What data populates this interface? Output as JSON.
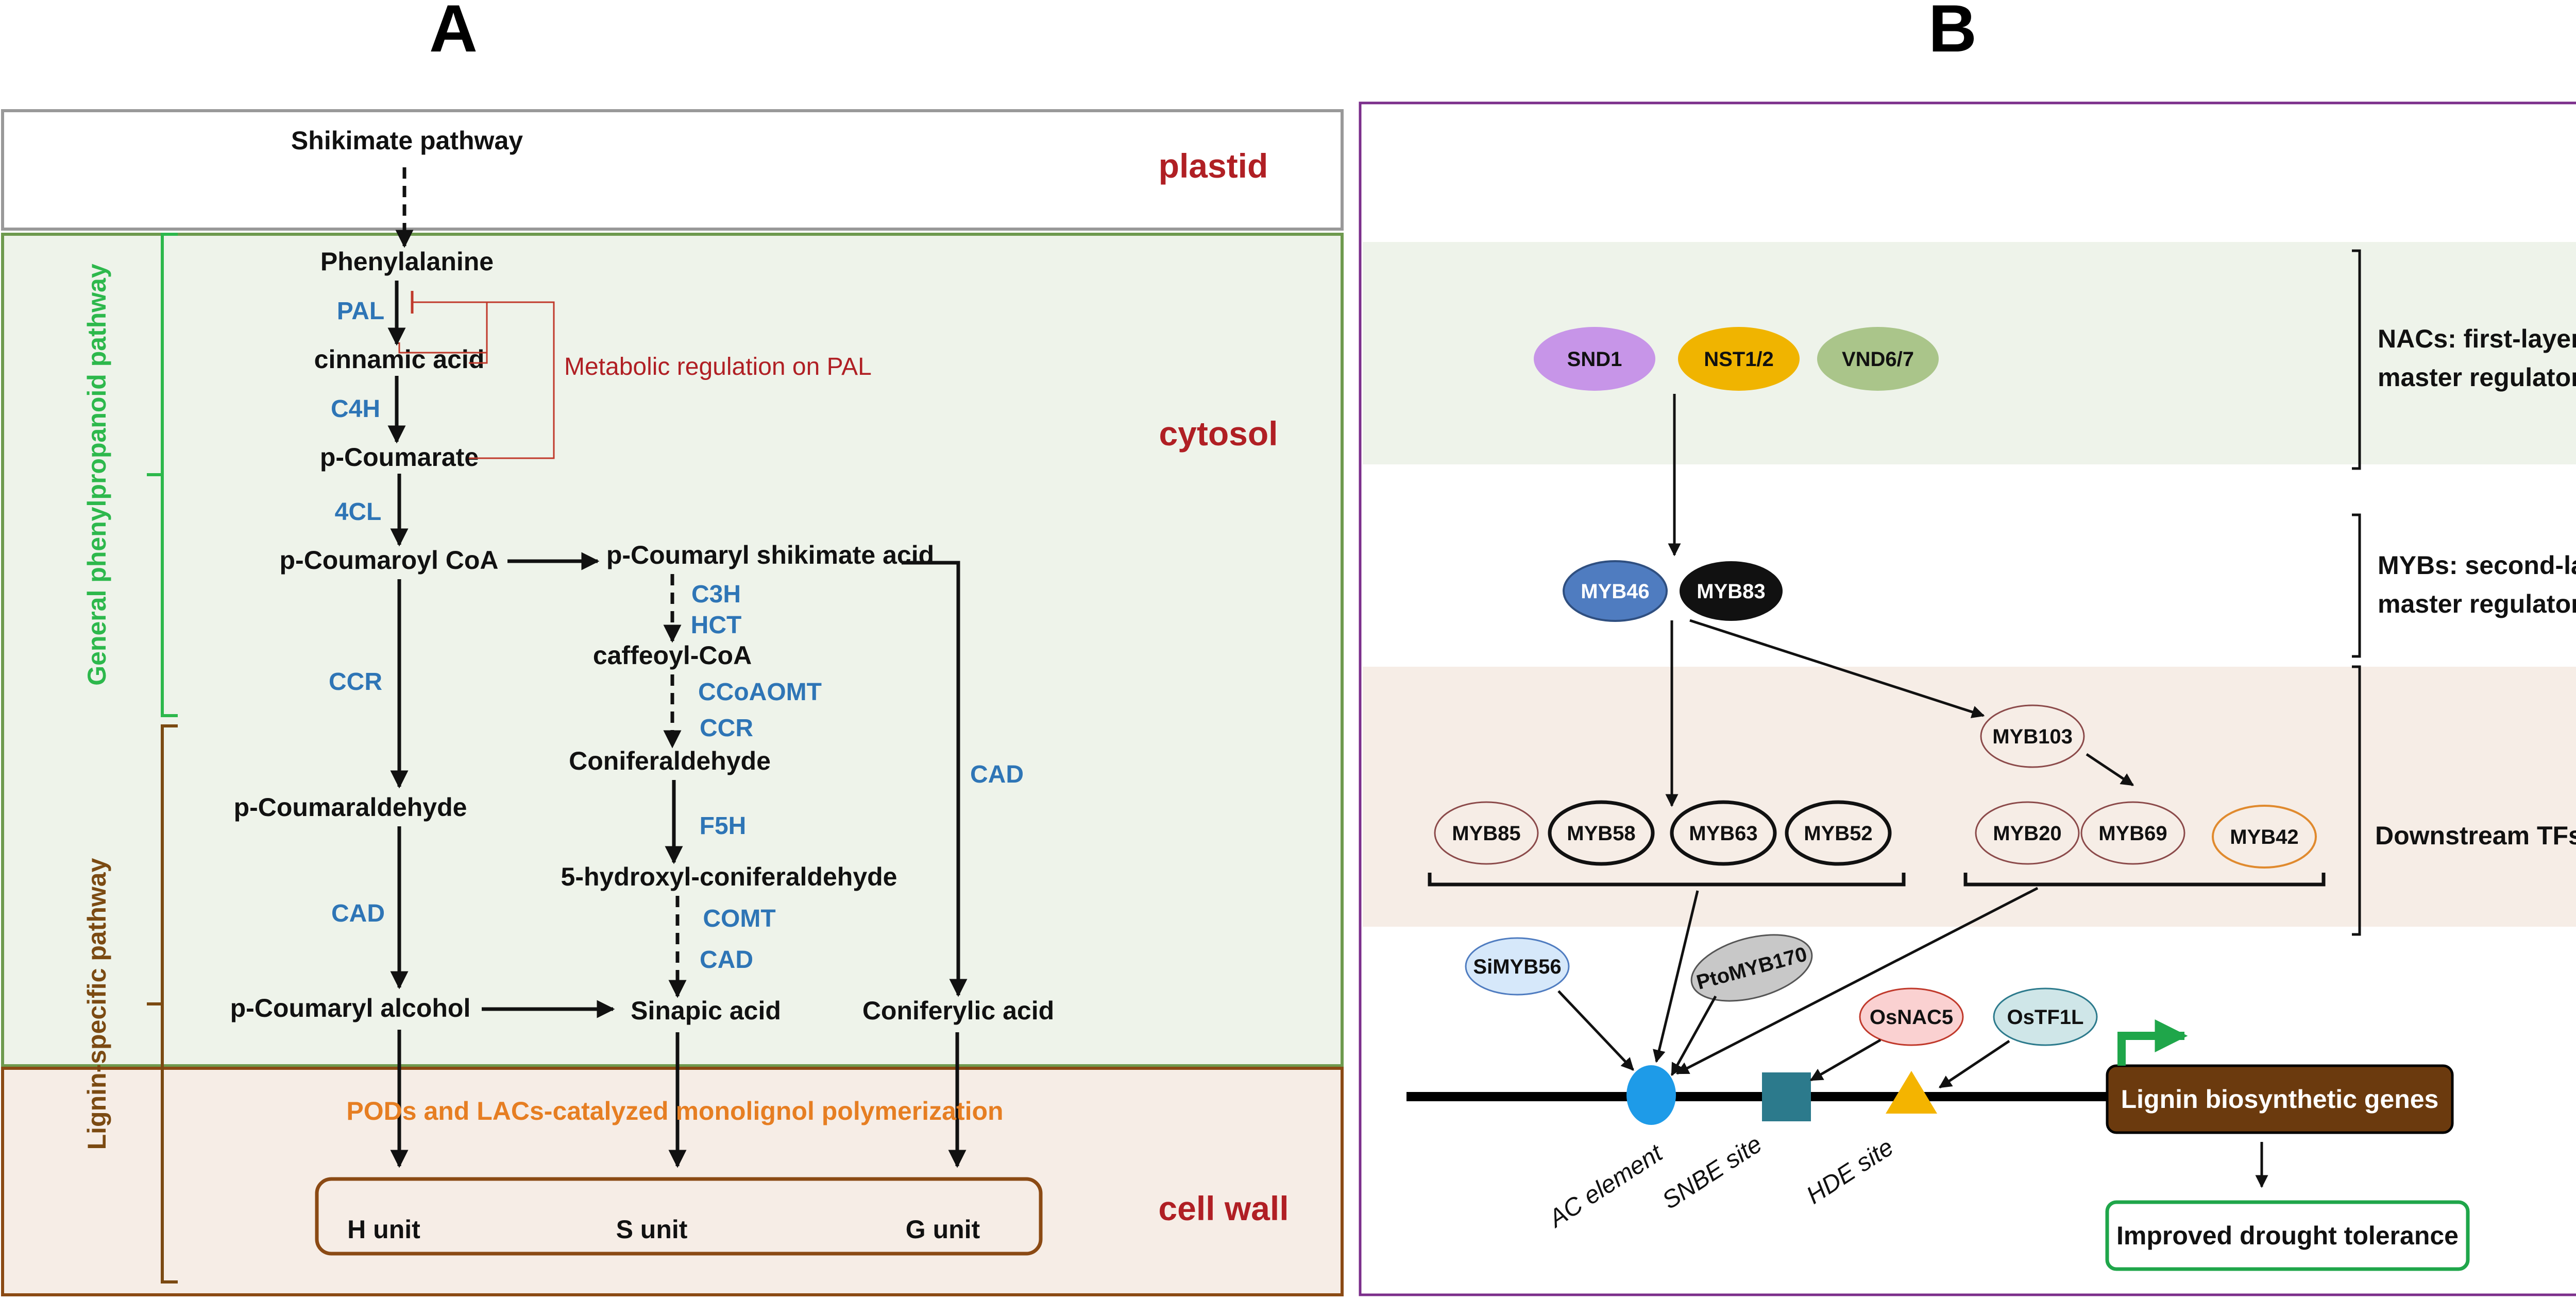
{
  "panels": {
    "a_label": "A",
    "b_label": "B"
  },
  "panel_a": {
    "compartments": {
      "plastid": "plastid",
      "cytosol": "cytosol",
      "cell_wall": "cell wall"
    },
    "side_labels": {
      "general": "General phenylpropanoid pathway",
      "lignin": "Lignin-specific pathway"
    },
    "compounds": {
      "shikimate": "Shikimate pathway",
      "phenylalanine": "Phenylalanine",
      "cinnamic": "cinnamic acid",
      "p_coumarate": "p-Coumarate",
      "p_coumaroyl_coa": "p-Coumaroyl CoA",
      "p_coumaryl_shikimate": "p-Coumaryl shikimate acid",
      "caffeoyl_coa": "caffeoyl-CoA",
      "coniferaldehyde": "Coniferaldehyde",
      "p_coumaraldehyde": "p-Coumaraldehyde",
      "hydroxy_coniferaldehyde": "5-hydroxyl-coniferaldehyde",
      "p_coumaryl_alcohol": "p-Coumaryl alcohol",
      "sinapic": "Sinapic acid",
      "coniferylic": "Coniferylic acid"
    },
    "enzymes": {
      "pal": "PAL",
      "c4h": "C4H",
      "4cl": "4CL",
      "ccr_left": "CCR",
      "cad_left": "CAD",
      "c3h": "C3H",
      "hct": "HCT",
      "ccoaomt": "CCoAOMT",
      "ccr_mid": "CCR",
      "f5h": "F5H",
      "comt": "COMT",
      "cad_mid": "CAD",
      "cad_right": "CAD"
    },
    "regulation_label": "Metabolic regulation on PAL",
    "polymerization": "PODs and LACs-catalyzed monolignol polymerization",
    "units": {
      "h": "H unit",
      "s": "S unit",
      "g": "G unit"
    }
  },
  "panel_b": {
    "nacs": {
      "snd1": "SND1",
      "nst": "NST1/2",
      "vnd": "VND6/7"
    },
    "mybs": {
      "myb46": "MYB46",
      "myb83": "MYB83"
    },
    "downstream": {
      "myb103": "MYB103",
      "myb85": "MYB85",
      "myb58": "MYB58",
      "myb63": "MYB63",
      "myb52": "MYB52",
      "myb20": "MYB20",
      "myb69": "MYB69",
      "myb42": "MYB42"
    },
    "other_tfs": {
      "simyb56": "SiMYB56",
      "ptomyb170": "PtoMYB170",
      "osnac5": "OsNAC5",
      "ostf1l": "OsTF1L"
    },
    "layer_labels": {
      "nac_line1": "NACs: first-layer",
      "nac_line2": "master regulators",
      "myb_line1": "MYBs: second-layer",
      "myb_line2": "master regulators",
      "downstream": "Downstream TFs"
    },
    "sites": {
      "ac": "AC element",
      "snbe": "SNBE site",
      "hde": "HDE site"
    },
    "genes": "Lignin biosynthetic genes",
    "outcome": "Improved drought tolerance"
  },
  "colors": {
    "enzyme_blue": "#2E75B6",
    "compartment_red": "#B01F24",
    "general_green": "#2DB84C",
    "lignin_brown": "#7B4A12",
    "polymer_orange": "#E67E22",
    "cytosol_bg": "#EEF3EA",
    "cellwall_bg": "#F6EDE6",
    "snd1": "#C795E8",
    "nst": "#F0B400",
    "vnd": "#AAC58A",
    "myb46": "#4F7CC0",
    "myb83": "#111111",
    "gene_box": "#6B3A0E",
    "green_arrow": "#1FA64A",
    "ac_element": "#1E9BE8",
    "snbe_site": "#2C7A8C",
    "hde_site": "#F4B400"
  }
}
